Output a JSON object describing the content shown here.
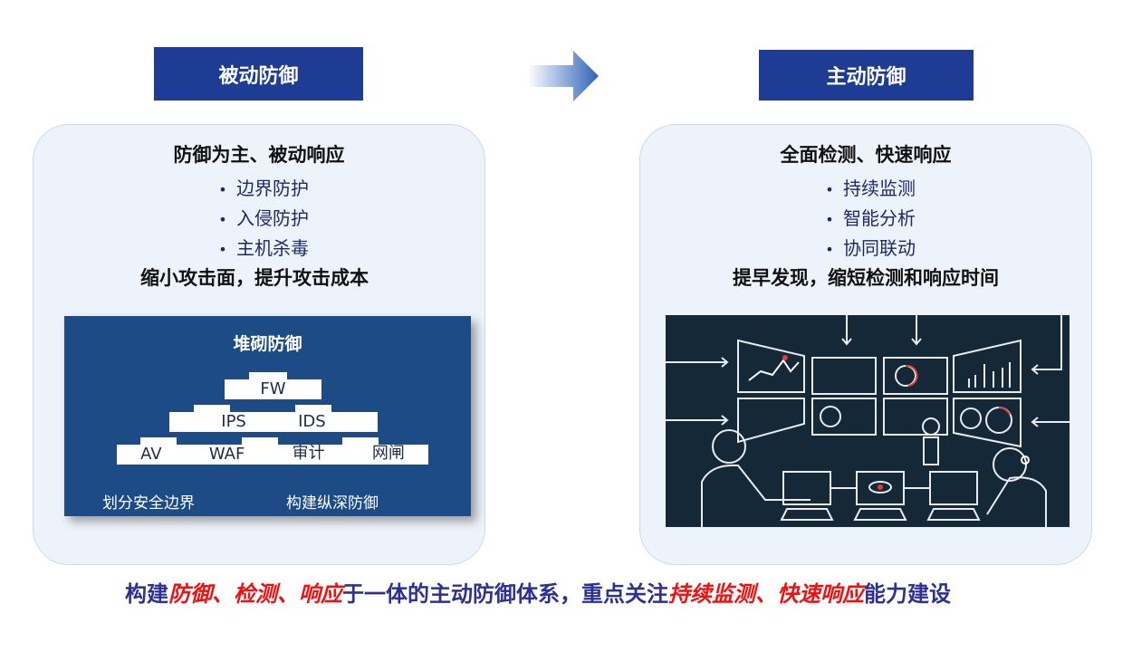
{
  "left": {
    "header": "被动防御",
    "title": "防御为主、被动响应",
    "bullets": [
      "边界防护",
      "入侵防护",
      "主机杀毒"
    ],
    "summary": "缩小攻击面，提升攻击成本",
    "image": {
      "title": "堆砌防御",
      "row1": [
        "FW"
      ],
      "row2": [
        "IPS",
        "IDS"
      ],
      "row3": [
        "AV",
        "WAF",
        "审计",
        "网闸"
      ],
      "caption_left": "划分安全边界",
      "caption_right": "构建纵深防御"
    }
  },
  "right": {
    "header": "主动防御",
    "title": "全面检测、快速响应",
    "bullets": [
      "持续监测",
      "智能分析",
      "协同联动"
    ],
    "summary": "提早发现，缩短检测和响应时间"
  },
  "bullet_char": "•",
  "bottom": {
    "parts": [
      {
        "text": "构建",
        "red": false
      },
      {
        "text": "防御、检测、响应",
        "red": true
      },
      {
        "text": "于一体的主动防御体系，重点关注",
        "red": false
      },
      {
        "text": "持续监测、快速响应",
        "red": true
      },
      {
        "text": "能力建设",
        "red": false
      }
    ]
  },
  "colors": {
    "header": "#1f3c94",
    "text_navy": "#2e3192",
    "accent_red": "#f01010"
  }
}
